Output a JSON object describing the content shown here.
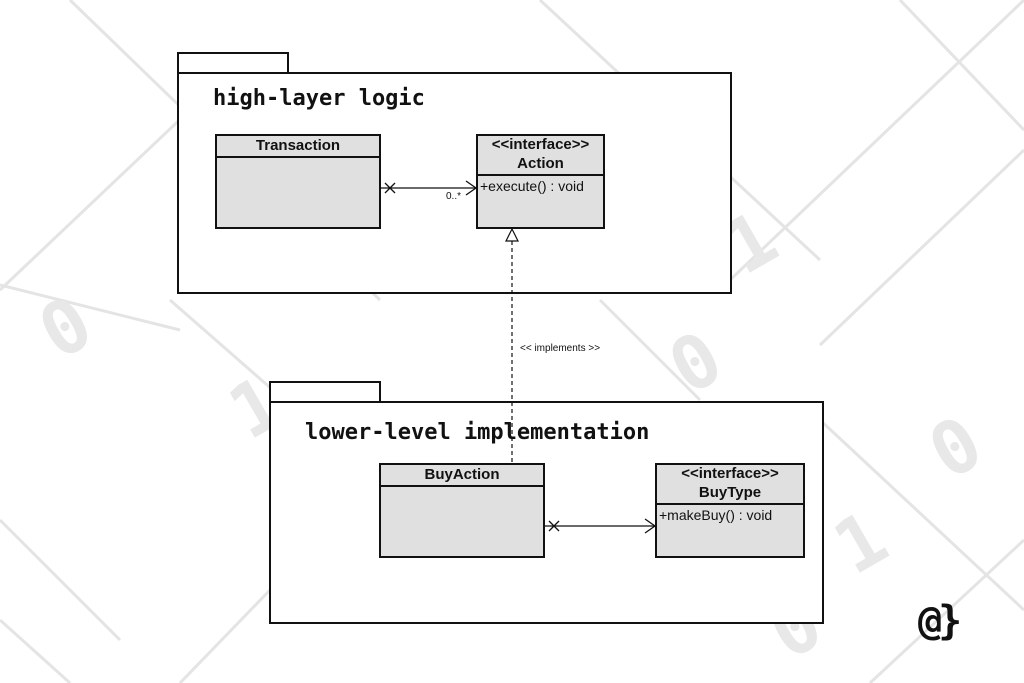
{
  "background_digits": [
    "0",
    "1",
    "0",
    "1",
    "0",
    "1",
    "0"
  ],
  "packages": {
    "high": {
      "title": "high-layer logic"
    },
    "low": {
      "title": "lower-level implementation"
    }
  },
  "classes": {
    "transaction": {
      "name": "Transaction"
    },
    "action": {
      "stereotype": "<<interface>>",
      "name": "Action",
      "operation": "+execute() : void"
    },
    "buy_action": {
      "name": "BuyAction"
    },
    "buy_type": {
      "stereotype": "<<interface>>",
      "name": "BuyType",
      "operation": "+makeBuy() : void"
    }
  },
  "relations": {
    "transaction_action_multiplicity": "0..*",
    "implements_label": "<< implements >>"
  },
  "logo": {
    "text": "@}"
  },
  "colors": {
    "class_fill": "#e0e0e0",
    "line": "#111111",
    "background_pattern": "#e6e6e6"
  }
}
